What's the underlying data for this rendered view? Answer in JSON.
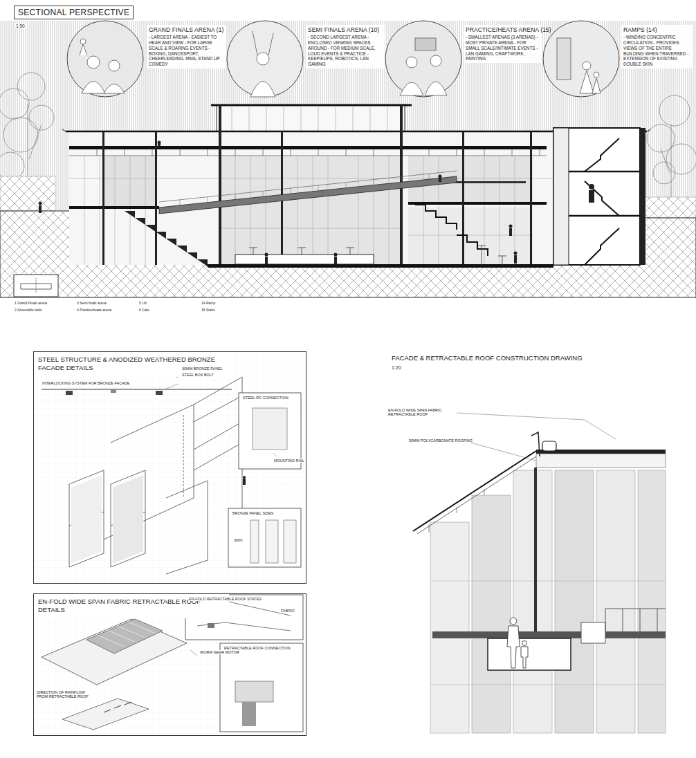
{
  "diagram": {
    "title": "SECTIONAL PERSPECTIVE",
    "nodes": [
      {
        "text": [
          "GRAND FINALS ARENA (1)",
          "- LARGEST ARENA - EASIEST TO HEAR AND VIEW - FOR LARGE SCALE & ROARING EVENTS - BOXING, DANCESPORT, CHEERLEADING, MMA, STAND UP COMEDY"
        ]
      },
      {
        "text": [
          "SEMI FINALS ARENA (10)",
          "- SECOND LARGEST ARENA - ENCLOSED VIEWING SPACES AROUND - FOR MEDIUM SCALE, LOUD EVENTS & PRACTICE - KEEPIEUPS, ROBOTICS, LAN GAMING"
        ]
      },
      {
        "text": [
          "PRACTICE/HEATS ARENA (15)",
          "- SMALLEST ARENAS (3 ARENAS) - MOST PRIVATE ARENA - FOR SMALL SCALE/INTIMATE EVENTS - LAN GAMING, CRAFTWORK, PAINTING"
        ]
      },
      {
        "text": [
          "RAMPS (14)",
          "- WINDING CONCENTRIC CIRCULATION - PROVIDES VIEWS OF THE ENTIRE BUILDING WHEN TRAVERSED - EXTENSION OF EXISTING DOUBLE SKIN"
        ]
      },
      {
        "text": [
          "STEEL STRUCTURE & ANODIZED WEATHERED BRONZE FACADE DETAILS"
        ]
      },
      {
        "text": [
          "EN-FOLD WIDE SPAN FABRIC RETRACTABLE ROOF DETAILS"
        ]
      }
    ],
    "labels": [
      "1:50",
      "FACADE & RETRACTABLE ROOF CONSTRUCTION DRAWING",
      "1:20",
      "EN-FOLD WIDE SPAN FABRIC RETRACTABLE ROOF",
      "50MM POLYCARBONATE ROOFING",
      "INTERLOCKING SYSTEM FOR BRONZE FACADE",
      "30MM BRONZE PANEL",
      "STEEL BOX BOLT",
      "STEEL-RC CONNECTION",
      "MOUNTING RAIL",
      "BRONZE PANEL SIZES",
      "3000",
      "EN-FOLD RETRACTABLE ROOF STATES",
      "FABRIC",
      "WORM GEAR MOTOR",
      "RETRACTABLE ROOF CONNECTION",
      "DIRECTION OF RAINFLOW FROM RETRACTABLE ROOF",
      "1 Grand Finals arena",
      "2 Accessible toilet",
      "3 Semi finals arena",
      "4 Practice/heats arena",
      "5 Lift",
      "6 Cafe",
      "14 Ramp",
      "15 Stairs"
    ]
  }
}
